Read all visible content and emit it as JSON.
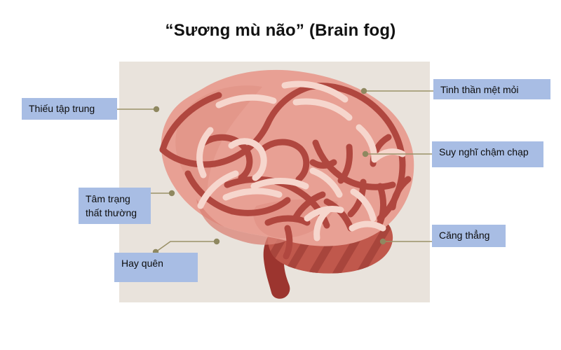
{
  "page": {
    "title": "“Sương mù não” (Brain fog)",
    "background_color": "#ffffff"
  },
  "illustration": {
    "name": "brain-illustration",
    "panel_background_color": "#e9e3dc",
    "brain_body_color": "#e8a094",
    "brain_sulci_color": "#b0473f",
    "brain_highlight_color": "#f6d6cd",
    "brain_shadow_color": "#d98276",
    "cerebellum_color": "#c0584c",
    "cerebellum_stripe_color": "#a8453c",
    "brainstem_color": "#9c352f"
  },
  "leader_lines": {
    "color": "#9a9168",
    "dot_color": "#8f8860"
  },
  "callouts": [
    {
      "id": "focus",
      "label": "Thiếu tập trung",
      "background_color": "#a8bde4",
      "text_color": "#0d0d0d",
      "side": "left"
    },
    {
      "id": "mood",
      "label": "Tâm trạng\nthất thường",
      "background_color": "#a8bde4",
      "text_color": "#0d0d0d",
      "side": "left"
    },
    {
      "id": "forget",
      "label": "Hay quên",
      "background_color": "#a8bde4",
      "text_color": "#0d0d0d",
      "side": "left"
    },
    {
      "id": "fatigue",
      "label": "Tinh thần mệt mỏi",
      "background_color": "#a8bde4",
      "text_color": "#0d0d0d",
      "side": "right"
    },
    {
      "id": "slowthink",
      "label": "Suy nghĩ chậm chạp",
      "background_color": "#a8bde4",
      "text_color": "#0d0d0d",
      "side": "right"
    },
    {
      "id": "stress",
      "label": "Căng thẳng",
      "background_color": "#a8bde4",
      "text_color": "#0d0d0d",
      "side": "right"
    }
  ]
}
